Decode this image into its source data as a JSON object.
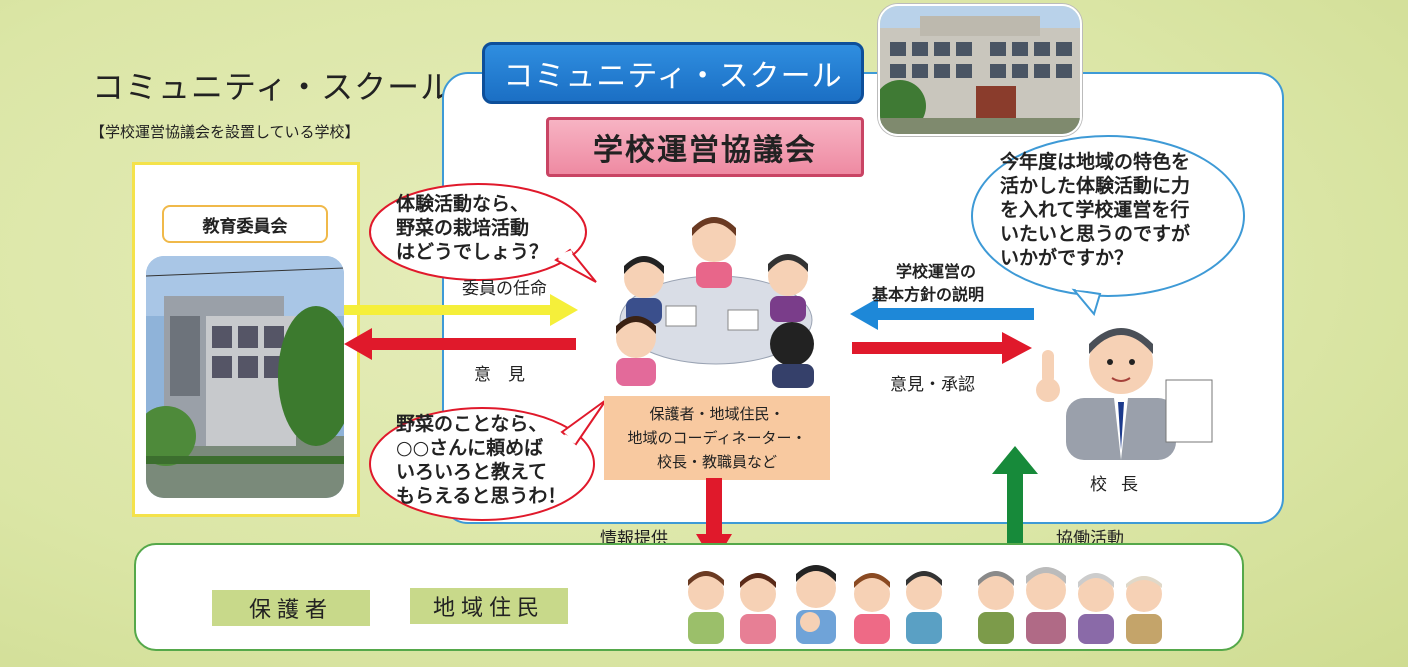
{
  "title": "コミュニティ・スクール",
  "subtitle": "【学校運営協議会を設置している学校】",
  "cs_tab": "コミュニティ・スクール",
  "council_tab": "学校運営協議会",
  "board_label": "教育委員会",
  "bubble_vegetable_q": [
    "体験活動なら、",
    "野菜の栽培活動",
    "はどうでしょう？"
  ],
  "bubble_vegetable_a": [
    "野菜のことなら、",
    "○○さんに頼めば",
    "いろいろと教えて",
    "もらえると思うわ！"
  ],
  "bubble_principal": [
    "今年度は地域の特色を",
    "活かした体験活動に力",
    "を入れて学校運営を行",
    "いたいと思うのですが",
    "いかがですか？"
  ],
  "arrows": {
    "appointment": "委員の任命",
    "opinion_left": "意　見",
    "policy": [
      "学校運営の",
      "基本方針の説明"
    ],
    "opinion_approval": "意見・承認",
    "info": "情報提供",
    "collaboration": "協働活動"
  },
  "members": [
    "保護者・地域住民・",
    "地域のコーディネーター・",
    "校長・教職員など"
  ],
  "principal": "校長",
  "community_tags": [
    "保護者",
    "地域住民"
  ],
  "colors": {
    "blue": "#1b6fc4",
    "pink": "#ee8aa2",
    "yellow_arrow": "#f5ef3a",
    "red_arrow": "#e0192b",
    "blue_arrow": "#1e88d8",
    "green_arrow": "#178a3a"
  }
}
